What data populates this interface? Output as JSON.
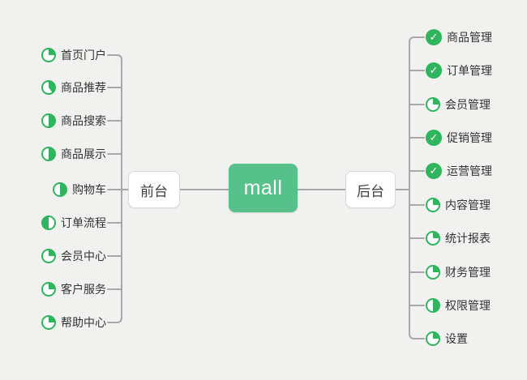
{
  "colors": {
    "background": "#f1f1ef",
    "accent_green": "#2fb55e",
    "center_node_green": "#57c18b",
    "line_gray": "#a8a8a8",
    "node_border": "#d9d9d9",
    "text": "#333333"
  },
  "center_node": {
    "label": "mall"
  },
  "left_branch": {
    "node_label": "前台",
    "items": [
      {
        "label": "首页门户",
        "icon": "progress-25"
      },
      {
        "label": "商品推荐",
        "icon": "progress-40"
      },
      {
        "label": "商品搜索",
        "icon": "progress-50"
      },
      {
        "label": "商品展示",
        "icon": "progress-50"
      },
      {
        "label": "购物车",
        "icon": "progress-50"
      },
      {
        "label": "订单流程",
        "icon": "progress-50-left"
      },
      {
        "label": "会员中心",
        "icon": "progress-25"
      },
      {
        "label": "客户服务",
        "icon": "progress-25"
      },
      {
        "label": "帮助中心",
        "icon": "progress-25"
      }
    ]
  },
  "right_branch": {
    "node_label": "后台",
    "items": [
      {
        "label": "商品管理",
        "icon": "check-done"
      },
      {
        "label": "订单管理",
        "icon": "check-done"
      },
      {
        "label": "会员管理",
        "icon": "progress-25"
      },
      {
        "label": "促销管理",
        "icon": "check-done"
      },
      {
        "label": "运营管理",
        "icon": "check-done"
      },
      {
        "label": "内容管理",
        "icon": "progress-25"
      },
      {
        "label": "统计报表",
        "icon": "progress-25"
      },
      {
        "label": "财务管理",
        "icon": "progress-25"
      },
      {
        "label": "权限管理",
        "icon": "progress-50"
      },
      {
        "label": "设置",
        "icon": "progress-25"
      }
    ]
  }
}
